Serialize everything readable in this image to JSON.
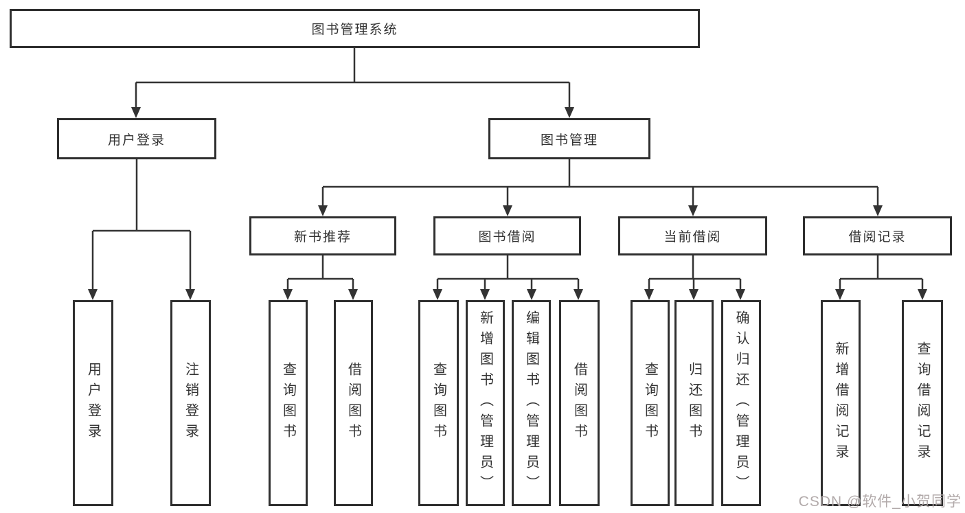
{
  "tree": {
    "root": {
      "label": "图书管理系统"
    },
    "branches": [
      {
        "label": "用户登录",
        "children": [
          {
            "label": "用户登录"
          },
          {
            "label": "注销登录"
          }
        ]
      },
      {
        "label": "图书管理",
        "modules": [
          {
            "label": "新书推荐",
            "children": [
              {
                "label": "查询图书"
              },
              {
                "label": "借阅图书"
              }
            ]
          },
          {
            "label": "图书借阅",
            "children": [
              {
                "label": "查询图书"
              },
              {
                "label": "新增图书（管理员）"
              },
              {
                "label": "编辑图书（管理员）"
              },
              {
                "label": "借阅图书"
              }
            ]
          },
          {
            "label": "当前借阅",
            "children": [
              {
                "label": "查询图书"
              },
              {
                "label": "归还图书"
              },
              {
                "label": "确认归还（管理员）"
              }
            ]
          },
          {
            "label": "借阅记录",
            "children": [
              {
                "label": "新增借阅记录"
              },
              {
                "label": "查询借阅记录"
              }
            ]
          }
        ]
      }
    ]
  },
  "watermark": {
    "text": "CSDN @软件_小贺同学"
  },
  "colors": {
    "line": "#333333",
    "box_border": "#2f2f2f",
    "text": "#333333",
    "watermark": "#b2aaaa",
    "background": "#ffffff"
  }
}
